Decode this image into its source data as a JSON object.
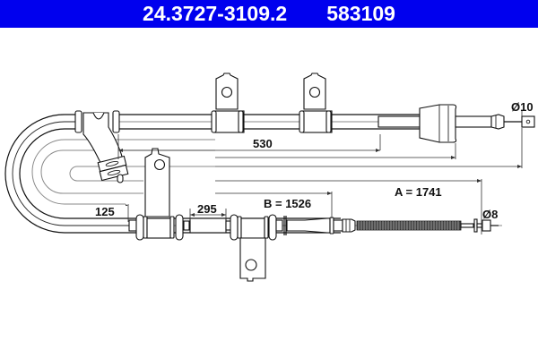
{
  "header": {
    "part_number": "24.3727-3109.2",
    "reference_number": "583109",
    "background_color": "#0000ee",
    "text_color": "#ffffff"
  },
  "drawing": {
    "subject": "parking brake cable",
    "dimensions": {
      "total_length_label": "A = 1741",
      "sheath_length_label": "B = 1526",
      "segment_530": "530",
      "segment_295": "295",
      "segment_125": "125",
      "end_diameter_top": "Ø10",
      "end_diameter_bottom": "Ø8"
    }
  }
}
